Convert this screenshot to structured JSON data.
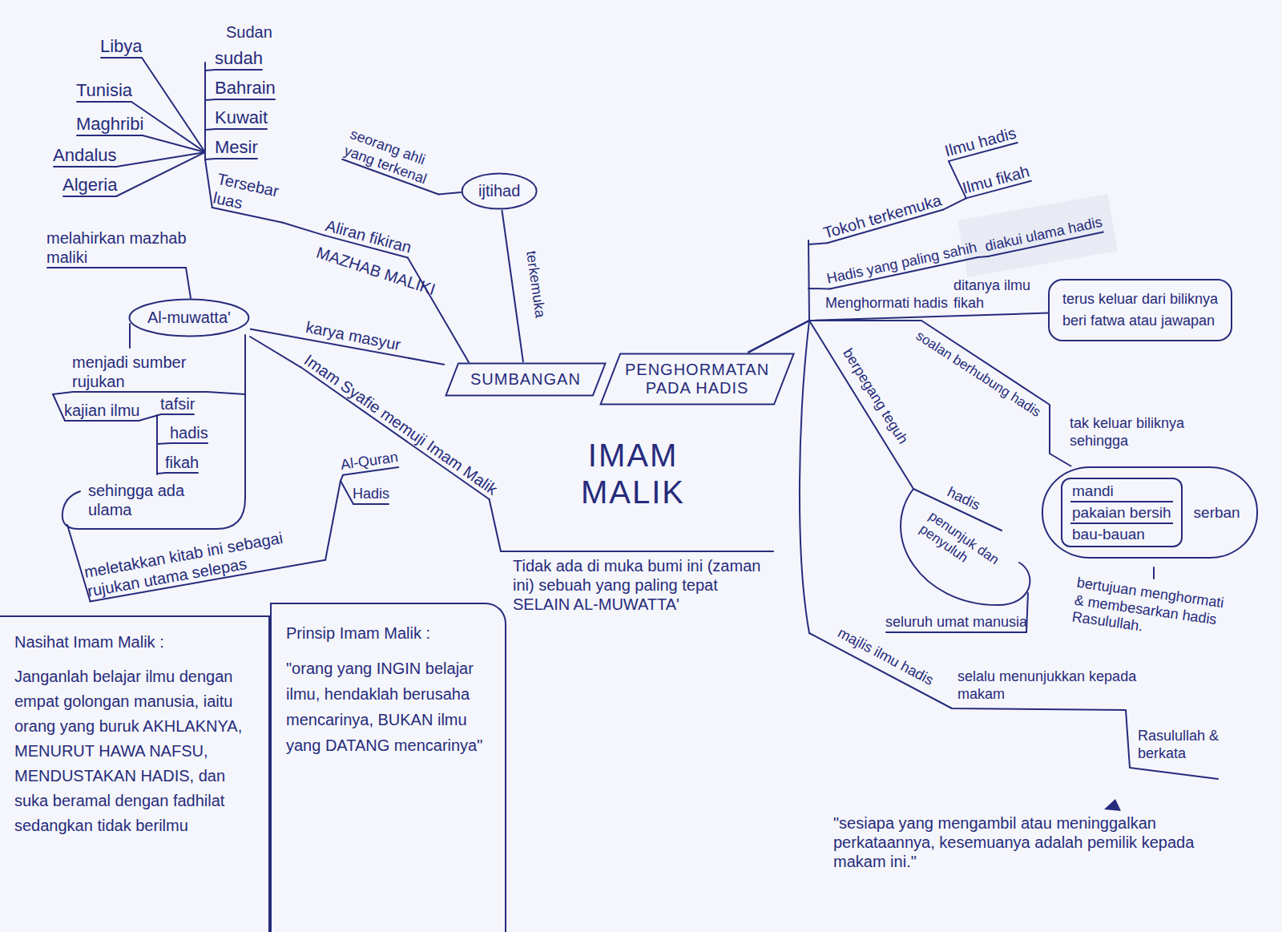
{
  "diagram": {
    "title": "IMAM MALIK",
    "nodes": [
      {
        "text": [
          "SUMBANGAN"
        ]
      },
      {
        "text": [
          "ijtihad"
        ]
      },
      {
        "text": [
          "Al-muwatta'"
        ]
      },
      {
        "text": [
          "PENGHORMATAN PADA HADIS"
        ]
      },
      {
        "text": [
          "terus keluar dari biliknya",
          "beri fatwa atau jawapan"
        ]
      },
      {
        "text": [
          "mandi",
          "pakaian bersih",
          "bau-bauan",
          "serban"
        ]
      },
      {
        "text": [
          "Nasihat Imam Malik :",
          "Janganlah belajar ilmu dengan empat golongan manusia, iaitu orang yang buruk AKHLAKNYA, MENURUT HAWA NAFSU, MENDUSTAKAN HADIS, dan suka beramal dengan fadhilat sedangkan tidak berilmu"
        ]
      },
      {
        "text": [
          "Prinsip Imam Malik :",
          "\"orang yang INGIN belajar ilmu, hendaklah berusaha mencarinya, BUKAN ilmu yang DATANG mencarinya\""
        ]
      }
    ],
    "edges": [
      {
        "from": 0,
        "to": 1,
        "arrow": "none"
      },
      {
        "from": 0,
        "to": 2,
        "arrow": "none"
      },
      {
        "from": 3,
        "to": 4,
        "arrow": "none"
      },
      {
        "from": 3,
        "to": 5,
        "arrow": "none"
      }
    ],
    "labels": [
      "Sudan",
      "sudah",
      "Libya",
      "Bahrain",
      "Tunisia",
      "Kuwait",
      "Maghribi",
      "Mesir",
      "Andalus",
      "Algeria",
      "Tersebar luas",
      "seorang ahli yang terkenal",
      "terkemuka",
      "melahirkan mazhab maliki",
      "Aliran fikiran",
      "MAZHAB MALIKI",
      "karya masyur",
      "menjadi sumber rujukan",
      "Imam Syafie memuji Imam Malik",
      "kajian ilmu",
      "tafsir",
      "hadis",
      "fikah",
      "Al-Quran",
      "Hadis",
      "sehingga ada ulama",
      "meletakkan kitab ini sebagai rujukan utama selepas",
      "Tidak ada di muka bumi ini (zaman ini) sebuah yang paling tepat SELAIN AL-MUWATTA'",
      "Ilmu hadis",
      "Ilmu fikah",
      "Tokoh terkemuka",
      "diakui ulama hadis",
      "Hadis yang paling sahih",
      "ditanya ilmu fikah",
      "Menghormati hadis",
      "soalan berhubung hadis",
      "tak keluar biliknya sehingga",
      "berpegang teguh",
      "hadis",
      "penunjuk dan penyuluh",
      "bertujuan menghormati & membesarkan hadis Rasulullah.",
      "seluruh umat manusia",
      "majlis ilmu hadis",
      "selalu menunjukkan kepada makam",
      "Rasulullah & berkata",
      "\"sesiapa yang mengambil atau meninggalkan perkataannya, kesemuanya adalah pemilik kepada makam ini.\""
    ]
  }
}
